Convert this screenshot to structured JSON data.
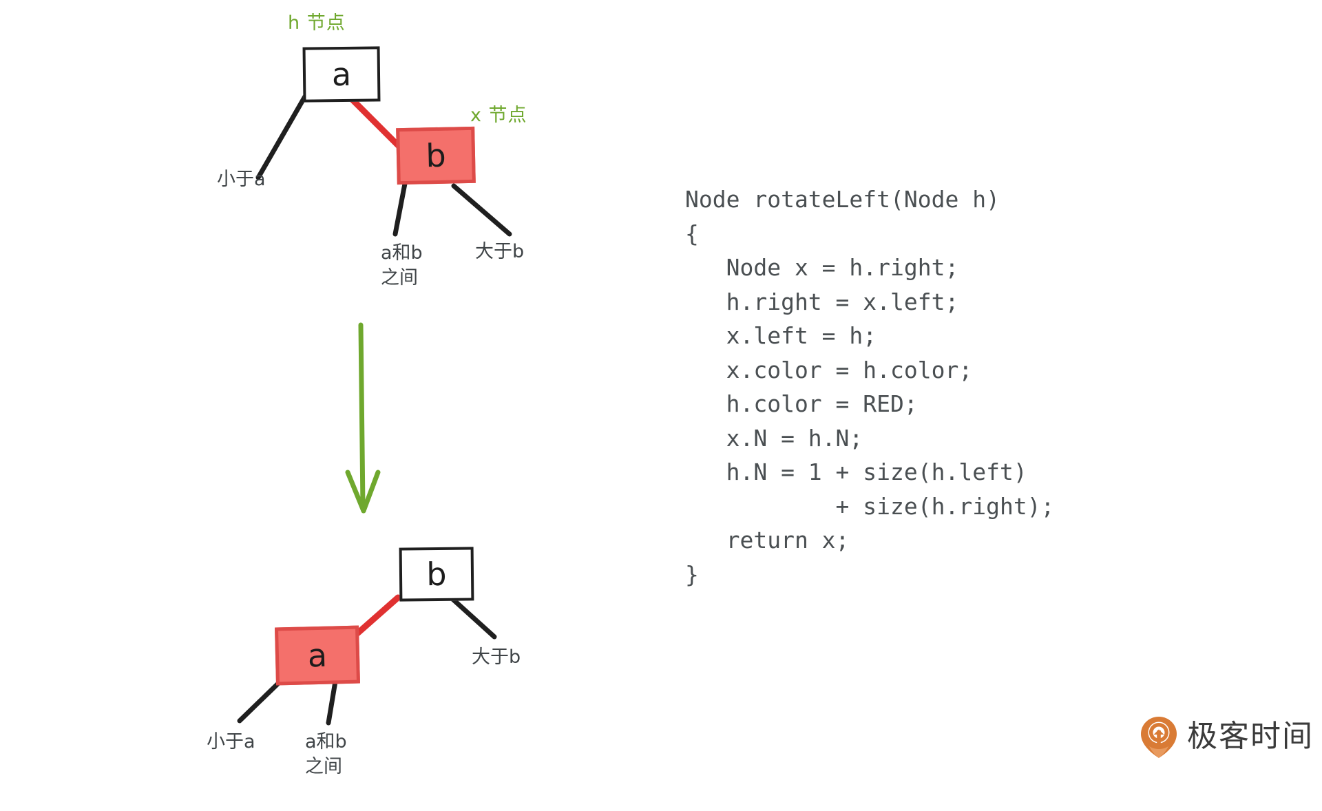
{
  "figure": {
    "title_topmost_label": "h 节点",
    "accent_green": "#6fa82e",
    "node_red_fill": "#f4706b",
    "node_red_border": "#dd4b48",
    "link_red": "#e03131",
    "link_black": "#1f1f1f",
    "text_gray": "#3f4447"
  },
  "top_diagram": {
    "h_node_label": "h 节点",
    "x_node_label": "x 节点",
    "node_a": "a",
    "node_b": "b",
    "subtree_less_than_a": "小于a",
    "subtree_between": "a和b\n之间",
    "subtree_greater_than_b": "大于b"
  },
  "arrow": {
    "name": "down-arrow",
    "color": "#6fa82e"
  },
  "bottom_diagram": {
    "node_b": "b",
    "node_a": "a",
    "subtree_greater_than_b": "大于b",
    "subtree_less_than_a": "小于a",
    "subtree_between": "a和b\n之间"
  },
  "code": {
    "lines": [
      "Node rotateLeft(Node h)",
      "{",
      "   Node x = h.right;",
      "   h.right = x.left;",
      "   x.left = h;",
      "   x.color = h.color;",
      "   h.color = RED;",
      "   x.N = h.N;",
      "   h.N = 1 + size(h.left)",
      "           + size(h.right);",
      "   return x;",
      "}"
    ],
    "color": "#4a4f52"
  },
  "logo": {
    "text": "极客时间",
    "mark_color": "#d97b35"
  }
}
